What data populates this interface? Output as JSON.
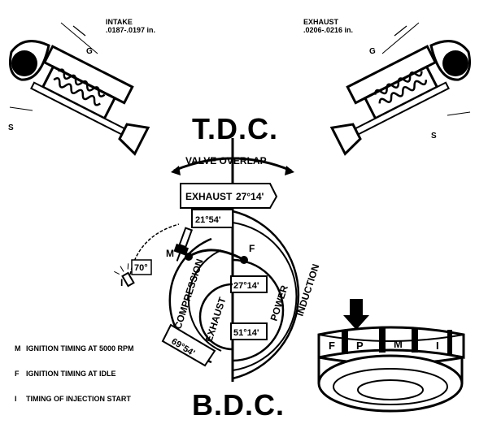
{
  "intake": {
    "title": "INTAKE",
    "clearance": ".0187-.0197 in.",
    "g_label": "G",
    "s_label": "S"
  },
  "exhaust": {
    "title": "EXHAUST",
    "clearance": ".0206-.0216 in.",
    "g_label": "G",
    "s_label": "S"
  },
  "tdc": "T.D.C.",
  "bdc": "B.D.C.",
  "diagram": {
    "valve_overlap": "VALVE OVERLAP",
    "exhaust_arc": "EXHAUST",
    "exhaust_close_angle": "27°14'",
    "intake_open_angle": "21°54'",
    "compression": "COMPRESSION",
    "induction": "INDUCTION",
    "power": "POWER",
    "exhaust_inner": "EXHAUST",
    "power_angle": "27°14'",
    "bdc_right_angle": "51°14'",
    "bdc_left_angle": "69°54'",
    "injection_angle": "70°",
    "mark_m": "M",
    "mark_f": "F",
    "mark_i": "I"
  },
  "pulley": {
    "f": "F",
    "p": "P",
    "m": "M",
    "i": "I"
  },
  "legend": [
    {
      "key": "M",
      "text": "IGNITION TIMING AT 5000 RPM"
    },
    {
      "key": "F",
      "text": "IGNITION TIMING AT IDLE"
    },
    {
      "key": "I",
      "text": "TIMING OF INJECTION START"
    }
  ]
}
